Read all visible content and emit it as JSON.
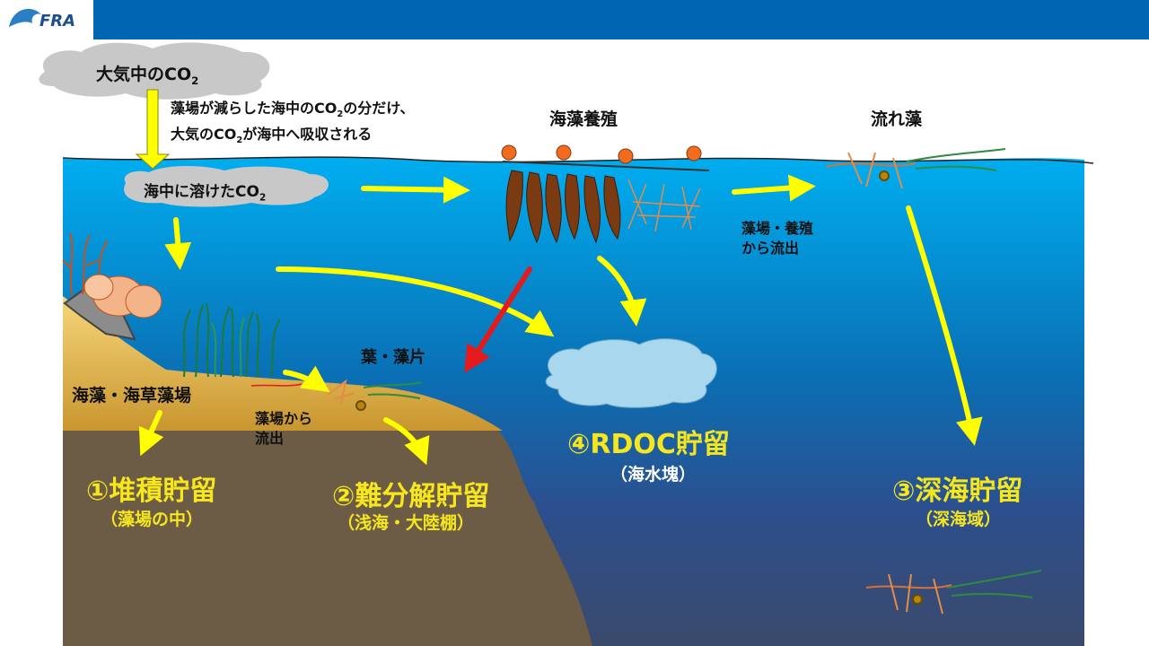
{
  "logo": {
    "text": "FRA"
  },
  "colors": {
    "header_bar": "#0066b3",
    "ocean_top": "#00aef0",
    "ocean_deep": "#3b4a6b",
    "sand": "#e8b94e",
    "sediment": "#6d5c45",
    "arrow_yellow": "#ffff00",
    "arrow_red": "#e41a1c",
    "cloud_gray": "#c8c8c8",
    "rdoc_cloud": "#a9d8ee"
  },
  "labels": {
    "atmosphere_co2": "大気中のCO",
    "atmosphere_co2_sub": "2",
    "absorb_line1_pre": "藻場が減らした海中のCO",
    "absorb_line1_sub": "2",
    "absorb_line1_post": "の分だけ、",
    "absorb_line2_pre": "大気のCO",
    "absorb_line2_sub": "2",
    "absorb_line2_post": "が海中へ吸収される",
    "dissolved_co2": "海中に溶けたCO",
    "dissolved_co2_sub": "2",
    "aquaculture": "海藻養殖",
    "drift_seaweed": "流れ藻",
    "outflow_farms": [
      "藻場・養殖",
      "から流出"
    ],
    "leaf_fragments": "葉・藻片",
    "seaweed_beds": "海藻・海草藻場",
    "outflow_beds": [
      "藻場から",
      "流出"
    ]
  },
  "storage": [
    {
      "title": "①堆積貯留",
      "note": "（藻場の中）"
    },
    {
      "title": "②難分解貯留",
      "note": "（浅海・大陸棚）"
    },
    {
      "title": "③深海貯留",
      "note": "（深海域）"
    },
    {
      "title": "④RDOC貯留",
      "note": "（海水塊）"
    }
  ]
}
